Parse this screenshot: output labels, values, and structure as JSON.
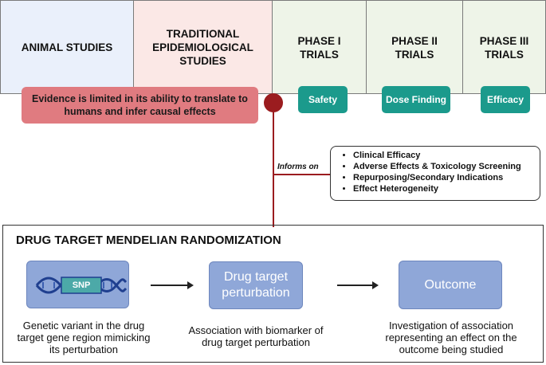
{
  "columns": [
    {
      "id": "animal",
      "label": "ANIMAL STUDIES",
      "bg": "#eaf0fb"
    },
    {
      "id": "epi",
      "label": "TRADITIONAL EPIDEMIOLOGICAL STUDIES",
      "bg": "#fbe8e6"
    }
  ],
  "phases": [
    {
      "title_line1": "PHASE I",
      "title_line2": "TRIALS",
      "pill": "Safety"
    },
    {
      "title_line1": "PHASE II",
      "title_line2": "TRIALS",
      "pill": "Dose Finding"
    },
    {
      "title_line1": "PHASE III",
      "title_line2": "TRIALS",
      "pill": "Efficacy"
    }
  ],
  "evidence_note": "Evidence is limited in its ability to translate to humans and infer causal effects",
  "informs_label": "Informs on",
  "informs_items": [
    "Clinical Efficacy",
    "Adverse Effects & Toxicology Screening",
    "Repurposing/Secondary Indications",
    "Effect Heterogeneity"
  ],
  "mr": {
    "title": "DRUG TARGET MENDELIAN RANDOMIZATION",
    "snp_label": "SNP",
    "box2": "Drug target perturbation",
    "box3": "Outcome",
    "caption1": "Genetic variant in the drug target gene region mimicking its perturbation",
    "caption2": "Association with biomarker of drug target perturbation",
    "caption3": "Investigation of association representing an effect on the outcome being studied"
  },
  "colors": {
    "phase_bg": "#eef4e8",
    "pill": "#1b9a8c",
    "evidence_box": "#e07b80",
    "connector": "#9b1c1f",
    "mr_box": "#8fa7d8",
    "dna": "#1f3f8f"
  }
}
